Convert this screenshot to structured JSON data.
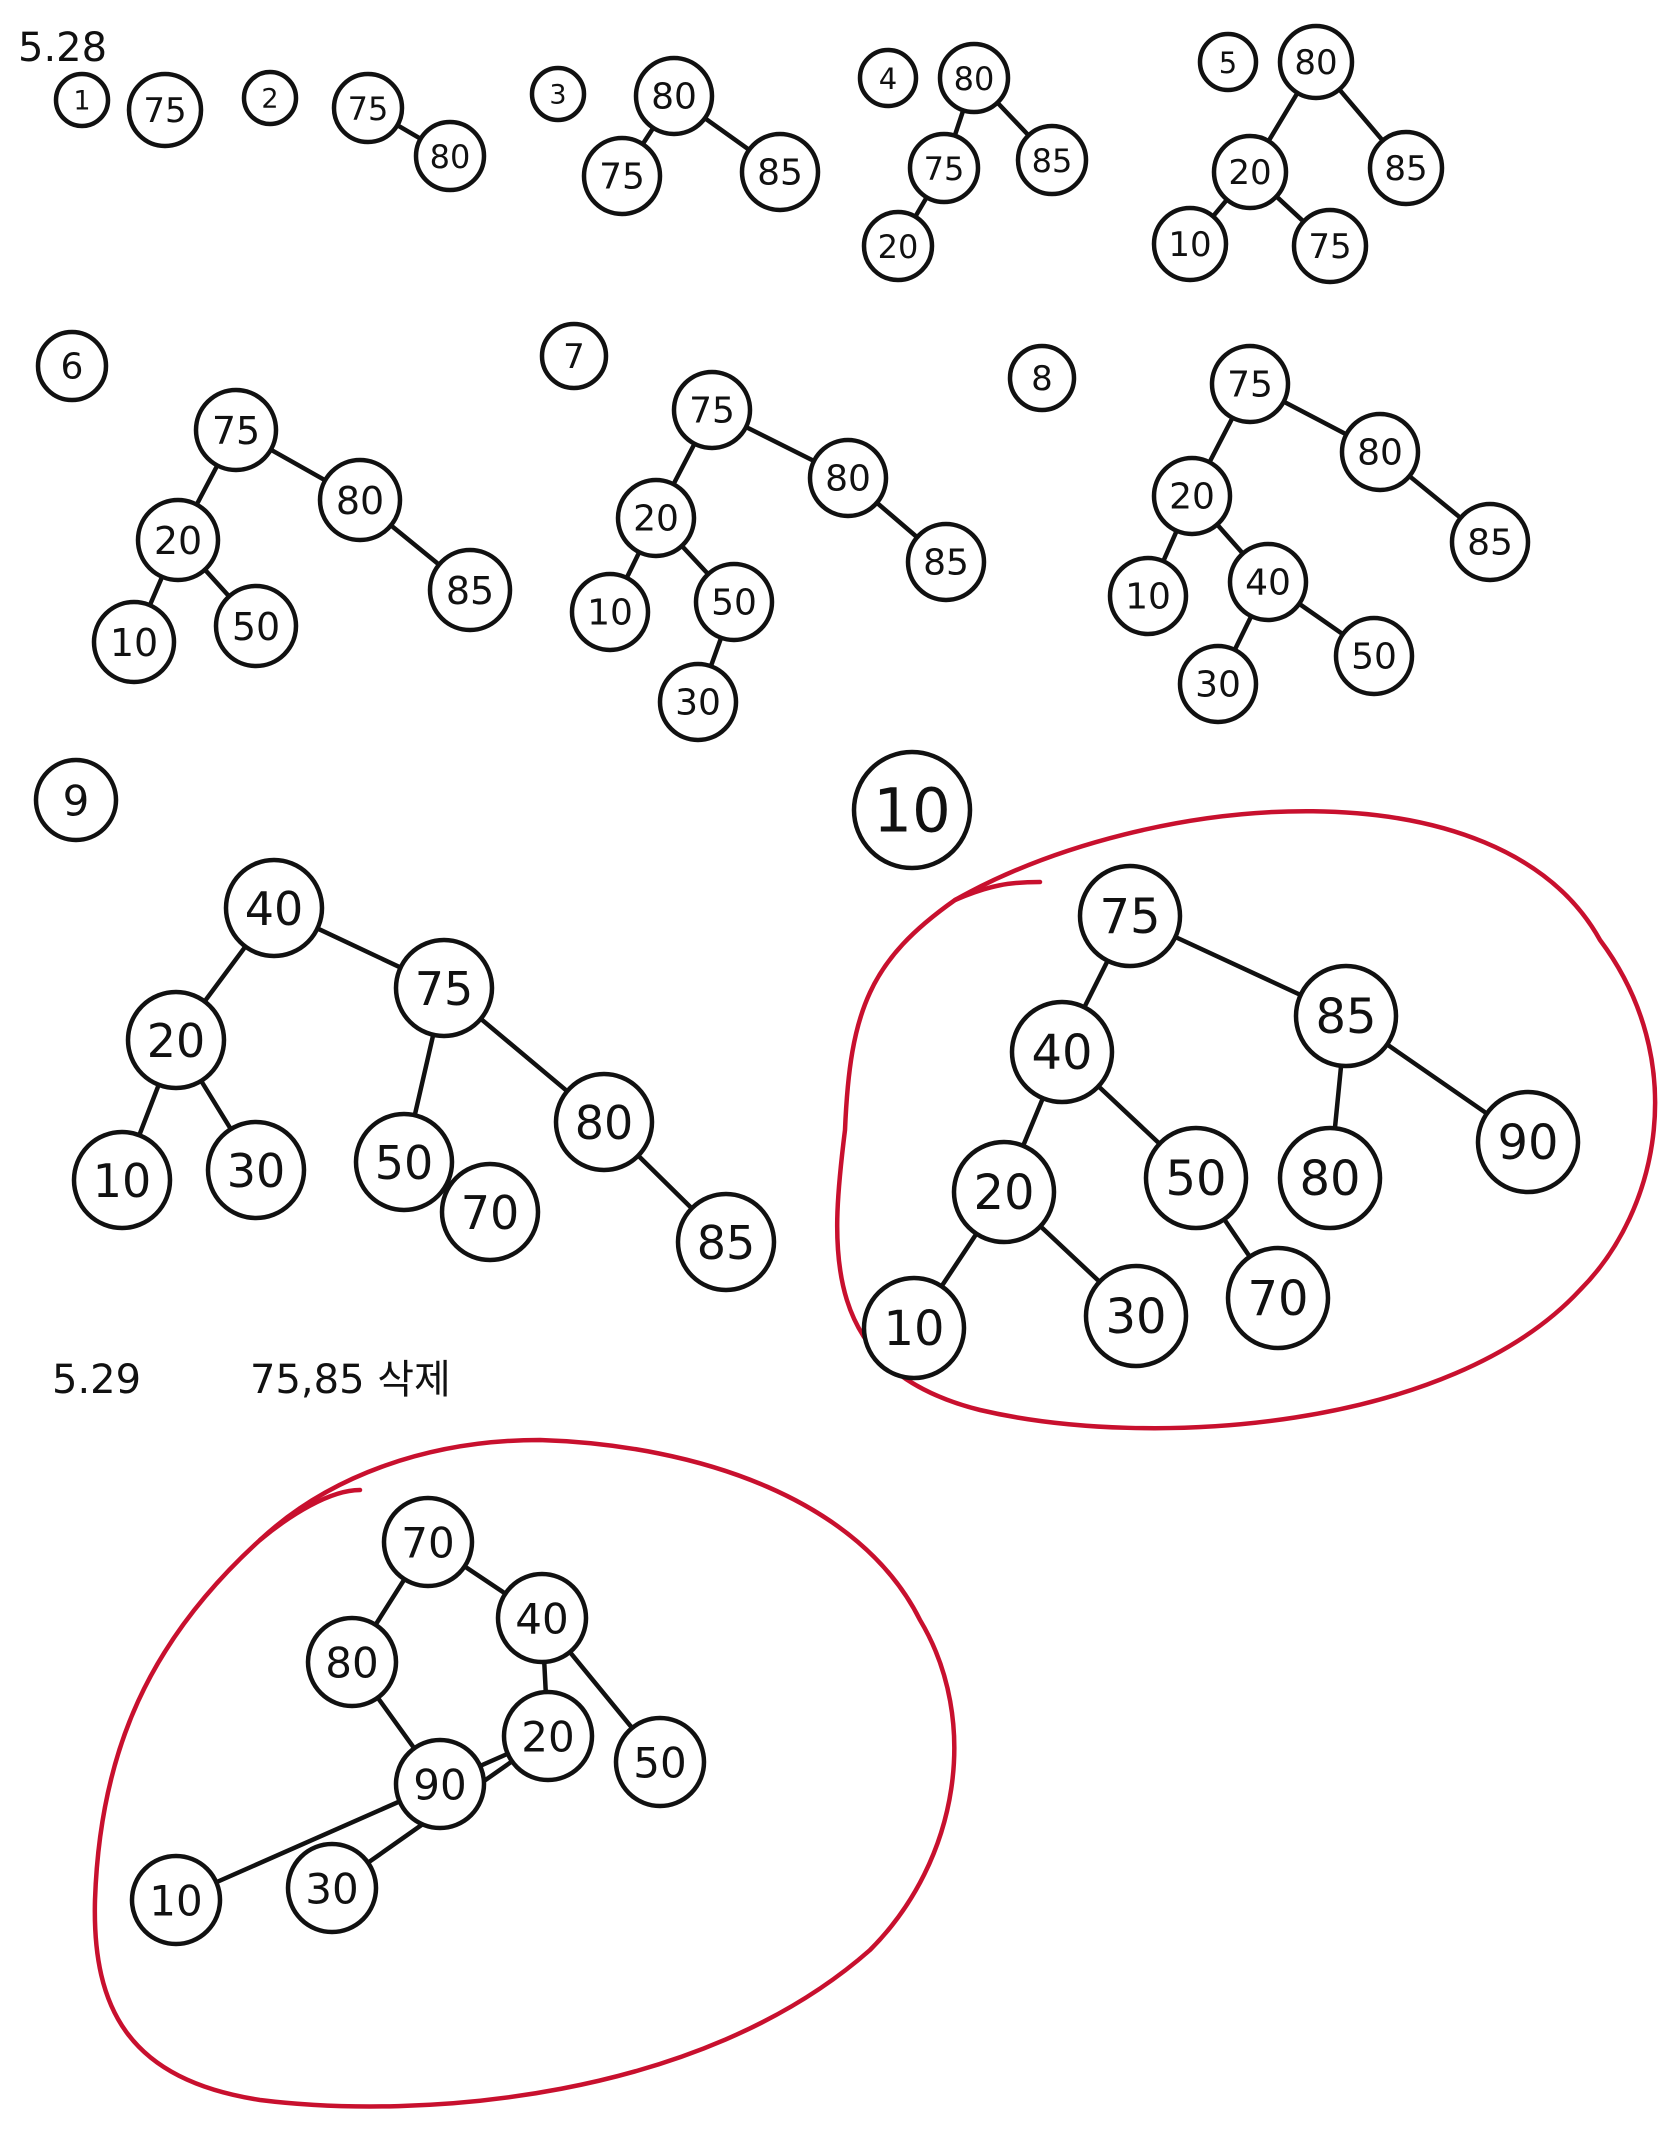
{
  "headings": {
    "problem_1": "5.28",
    "problem_2": "5.29",
    "problem_2_note": "75,85 삭제"
  },
  "colors": {
    "ink": "#111111",
    "highlight": "#c8102e",
    "background": "#ffffff"
  },
  "steps": [
    {
      "label": "1",
      "nodes": [
        "75"
      ],
      "edges": []
    },
    {
      "label": "2",
      "nodes": [
        "75",
        "80"
      ],
      "edges": [
        [
          0,
          1
        ]
      ]
    },
    {
      "label": "3",
      "nodes": [
        "80",
        "75",
        "85"
      ],
      "edges": [
        [
          0,
          1
        ],
        [
          0,
          2
        ]
      ]
    },
    {
      "label": "4",
      "nodes": [
        "80",
        "75",
        "85",
        "20"
      ],
      "edges": [
        [
          0,
          1
        ],
        [
          0,
          2
        ],
        [
          1,
          3
        ]
      ]
    },
    {
      "label": "5",
      "nodes": [
        "80",
        "20",
        "85",
        "10",
        "75"
      ],
      "edges": [
        [
          0,
          1
        ],
        [
          0,
          2
        ],
        [
          1,
          3
        ],
        [
          1,
          4
        ]
      ]
    },
    {
      "label": "6",
      "nodes": [
        "75",
        "20",
        "80",
        "10",
        "50",
        "85"
      ],
      "edges": [
        [
          0,
          1
        ],
        [
          0,
          2
        ],
        [
          1,
          3
        ],
        [
          1,
          4
        ],
        [
          2,
          5
        ]
      ]
    },
    {
      "label": "7",
      "nodes": [
        "75",
        "20",
        "80",
        "10",
        "50",
        "85",
        "30"
      ],
      "edges": [
        [
          0,
          1
        ],
        [
          0,
          2
        ],
        [
          1,
          3
        ],
        [
          1,
          4
        ],
        [
          2,
          5
        ],
        [
          4,
          6
        ]
      ]
    },
    {
      "label": "8",
      "nodes": [
        "75",
        "20",
        "80",
        "10",
        "40",
        "85",
        "30",
        "50"
      ],
      "edges": [
        [
          0,
          1
        ],
        [
          0,
          2
        ],
        [
          1,
          3
        ],
        [
          1,
          4
        ],
        [
          2,
          5
        ],
        [
          4,
          6
        ],
        [
          4,
          7
        ]
      ]
    },
    {
      "label": "9",
      "nodes": [
        "40",
        "20",
        "75",
        "10",
        "30",
        "50",
        "80",
        "70",
        "85"
      ],
      "edges": [
        [
          0,
          1
        ],
        [
          0,
          2
        ],
        [
          1,
          3
        ],
        [
          1,
          4
        ],
        [
          2,
          5
        ],
        [
          2,
          6
        ],
        [
          5,
          7
        ],
        [
          6,
          8
        ]
      ]
    },
    {
      "label": "10",
      "nodes": [
        "75",
        "40",
        "85",
        "20",
        "50",
        "80",
        "90",
        "10",
        "30",
        "70"
      ],
      "edges": [
        [
          0,
          1
        ],
        [
          0,
          2
        ],
        [
          1,
          3
        ],
        [
          1,
          4
        ],
        [
          2,
          5
        ],
        [
          2,
          6
        ],
        [
          3,
          7
        ],
        [
          3,
          8
        ],
        [
          4,
          9
        ]
      ]
    }
  ],
  "deletion_result": {
    "nodes": [
      "70",
      "40",
      "80",
      "20",
      "50",
      "90",
      "10",
      "30"
    ],
    "edges": [
      [
        0,
        1
      ],
      [
        0,
        2
      ],
      [
        1,
        3
      ],
      [
        1,
        4
      ],
      [
        2,
        5
      ],
      [
        3,
        6
      ],
      [
        3,
        7
      ]
    ]
  }
}
